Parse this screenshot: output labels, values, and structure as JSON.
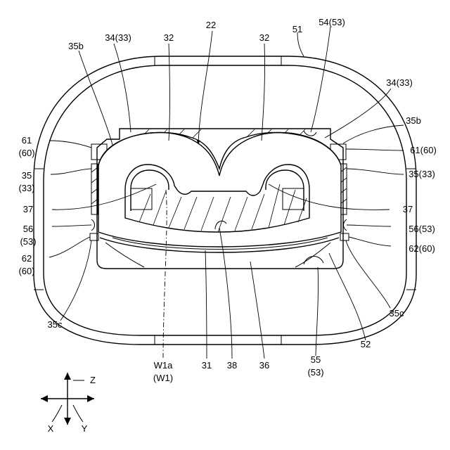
{
  "labels": {
    "l22": "22",
    "l51": "51",
    "l54": "54(53)",
    "l35b_left": "35b",
    "l34_left": "34(33)",
    "l32_left": "32",
    "l32_right": "32",
    "l34_right": "34(33)",
    "l35b_right": "35b",
    "l61_left_a": "61",
    "l61_left_b": "(60)",
    "l61_right": "61(60)",
    "l35_left_a": "35",
    "l35_left_b": "(33)",
    "l35_right": "35(33)",
    "l37_left": "37",
    "l37_right": "37",
    "l56_left_a": "56",
    "l56_left_b": "(53)",
    "l56_right": "56(53)",
    "l62_left_a": "62",
    "l62_left_b": "(60)",
    "l62_right": "62(60)",
    "l35c_left": "35c",
    "l35c_right": "35c",
    "l52": "52",
    "l55_a": "55",
    "l55_b": "(53)",
    "lW1a": "W1a",
    "lW1": "(W1)",
    "l31": "31",
    "l38": "38",
    "l36": "36",
    "axis_z": "Z",
    "axis_x": "X",
    "axis_y": "Y"
  }
}
